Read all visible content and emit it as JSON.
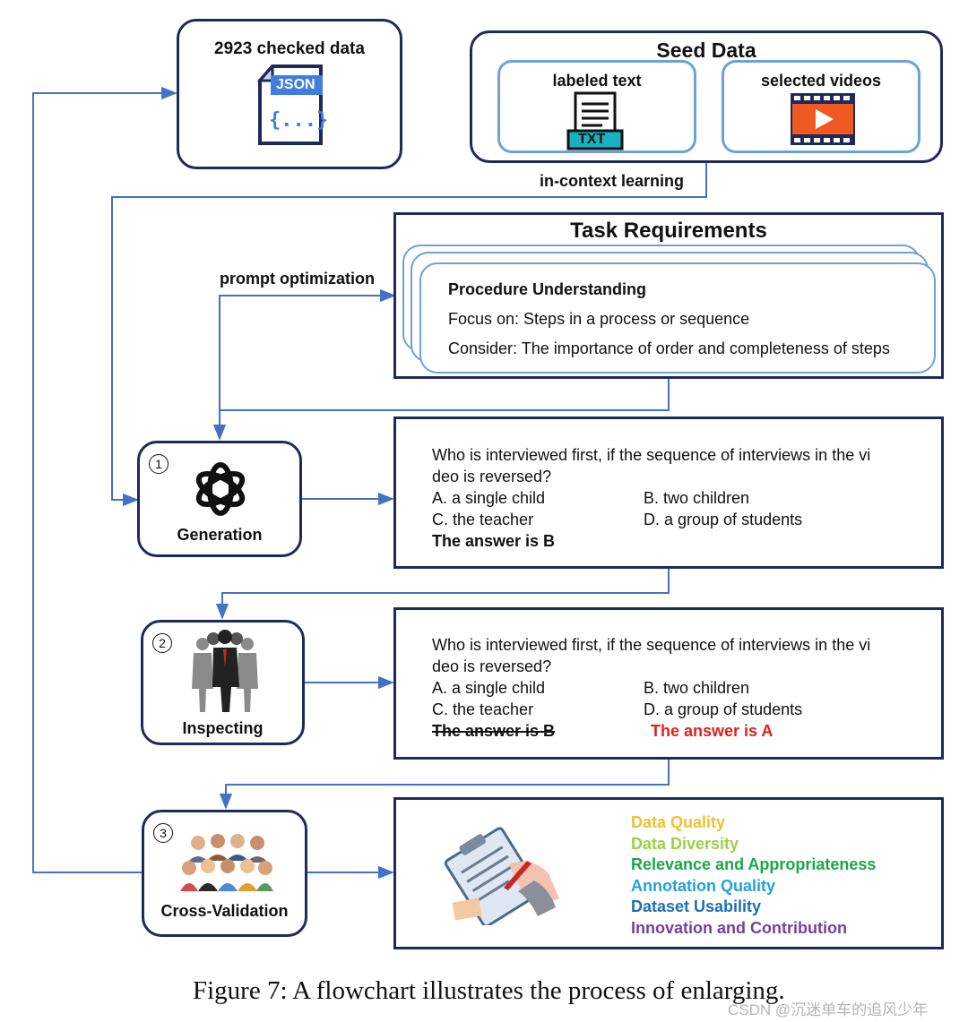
{
  "checked_data": {
    "title": "2923 checked data",
    "file_tag": "JSON",
    "file_glyph": "{...}"
  },
  "seed": {
    "title": "Seed Data",
    "text_label": "labeled text",
    "text_tag": "TXT",
    "video_label": "selected videos"
  },
  "edge_labels": {
    "icl": "in-context learning",
    "prompt_opt": "prompt optimization"
  },
  "task": {
    "title": "Task Requirements",
    "card_title": "Procedure Understanding",
    "focus": "Focus on: Steps in a process or sequence",
    "consider": "Consider: The importance of order and completeness of steps"
  },
  "steps": [
    {
      "num": "1",
      "label": "Generation"
    },
    {
      "num": "2",
      "label": "Inspecting"
    },
    {
      "num": "3",
      "label": "Cross-Validation"
    }
  ],
  "question": {
    "line1": "Who is interviewed first, if the sequence of interviews in the vi",
    "line2": "deo is reversed?",
    "opt_a": "A.  a single child",
    "opt_b": "B. two children",
    "opt_c": "C.  the teacher",
    "opt_d": "D. a group of students",
    "answer": "The answer is B",
    "corrected_answer": "The answer is A"
  },
  "criteria": [
    {
      "text": "Data Quality",
      "color": "#f2c12e"
    },
    {
      "text": "Data Diversity",
      "color": "#9bd04a"
    },
    {
      "text": "Relevance and Appropriateness",
      "color": "#1aa64a"
    },
    {
      "text": "Annotation Quality",
      "color": "#1fa3dc"
    },
    {
      "text": "Dataset Usability",
      "color": "#1e6fb5"
    },
    {
      "text": "Innovation and Contribution",
      "color": "#7a3ca0"
    }
  ],
  "caption": "Figure 7: A flowchart illustrates the process of enlarging.",
  "watermark": "CSDN @沉迷单车的追风少年",
  "colors": {
    "navy": "#1f2a5a",
    "arrow": "#4472c4",
    "inner": "#6fa1d8",
    "red": "#e02020"
  }
}
